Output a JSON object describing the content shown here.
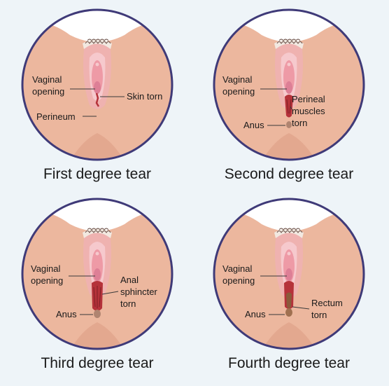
{
  "panels": [
    {
      "caption": "First degree tear",
      "labels": {
        "vaginal_opening_1": "Vaginal",
        "vaginal_opening_2": "opening",
        "skin_torn": "Skin torn",
        "perineum": "Perineum"
      }
    },
    {
      "caption": "Second degree tear",
      "labels": {
        "vaginal_opening_1": "Vaginal",
        "vaginal_opening_2": "opening",
        "perineal_muscles_1": "Perineal",
        "perineal_muscles_2": "muscles",
        "perineal_muscles_3": "torn",
        "anus": "Anus"
      }
    },
    {
      "caption": "Third degree tear",
      "labels": {
        "vaginal_opening_1": "Vaginal",
        "vaginal_opening_2": "opening",
        "anal_sphincter_1": "Anal",
        "anal_sphincter_2": "sphincter",
        "anal_sphincter_3": "torn",
        "anus": "Anus"
      }
    },
    {
      "caption": "Fourth degree tear",
      "labels": {
        "vaginal_opening_1": "Vaginal",
        "vaginal_opening_2": "opening",
        "rectum_torn_1": "Rectum",
        "rectum_torn_2": "torn",
        "anus": "Anus"
      }
    }
  ],
  "colors": {
    "background": "#eef4f8",
    "circle_border": "#3f3a78",
    "skin": "#ecb79e",
    "skin_shadow": "#d99c84",
    "labia_outer": "#f7c6c6",
    "labia_inner": "#ee9aa6",
    "vaginal_center": "#dd7f96",
    "tear": "#b5323a",
    "anus": "#b08470"
  }
}
